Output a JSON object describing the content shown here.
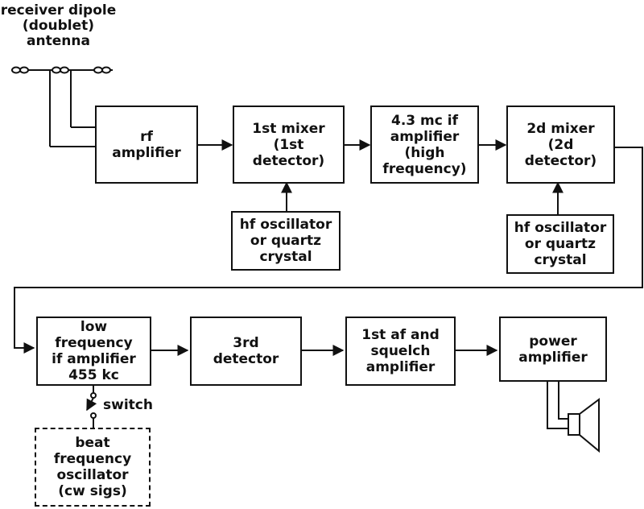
{
  "antenna_label": "receiver dipole\n(doublet)\nantenna",
  "blocks": {
    "rf_amplifier": "rf\namplifier",
    "first_mixer": "1st mixer\n(1st\ndetector)",
    "if_43": "4.3 mc if\namplifier\n(high\nfrequency)",
    "second_mixer": "2d mixer\n(2d\ndetector)",
    "hf_osc_1": "hf oscillator\nor quartz\ncrystal",
    "hf_osc_2": "hf oscillator\nor quartz\ncrystal",
    "low_freq_if": "low\nfrequency\nif amplifier\n455 kc",
    "third_detector": "3rd\ndetector",
    "af_squelch": "1st af and\nsquelch\namplifier",
    "power_amplifier": "power\namplifier",
    "bfo": "beat\nfrequency\noscillator\n(cw sigs)"
  },
  "switch_label": "switch"
}
